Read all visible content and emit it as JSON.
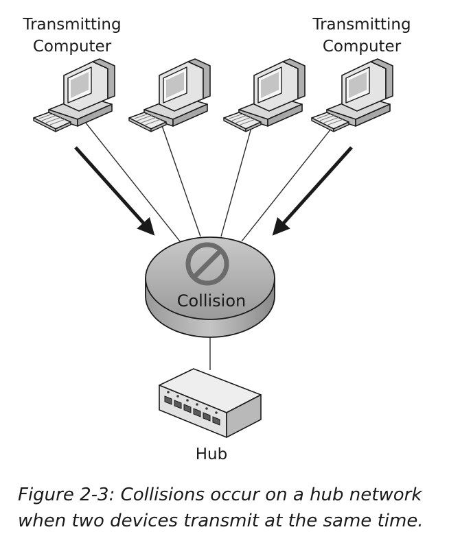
{
  "labels": {
    "left_computer": [
      "Transmitting",
      "Computer"
    ],
    "right_computer": [
      "Transmitting",
      "Computer"
    ],
    "collision": "Collision",
    "hub": "Hub"
  },
  "caption": {
    "line1": "Figure 2-3: Collisions occur on a hub network",
    "line2": "when two devices transmit at the same time."
  },
  "icons": {
    "computer": "desktop-computer-icon",
    "collision_symbol": "no-entry-icon",
    "hub": "network-hub-icon"
  },
  "colors": {
    "line": "#2a2a2a",
    "disc_top": "#a9a9a9",
    "disc_side": "#8c8c8c",
    "device_fill": "#e6e6e6"
  }
}
